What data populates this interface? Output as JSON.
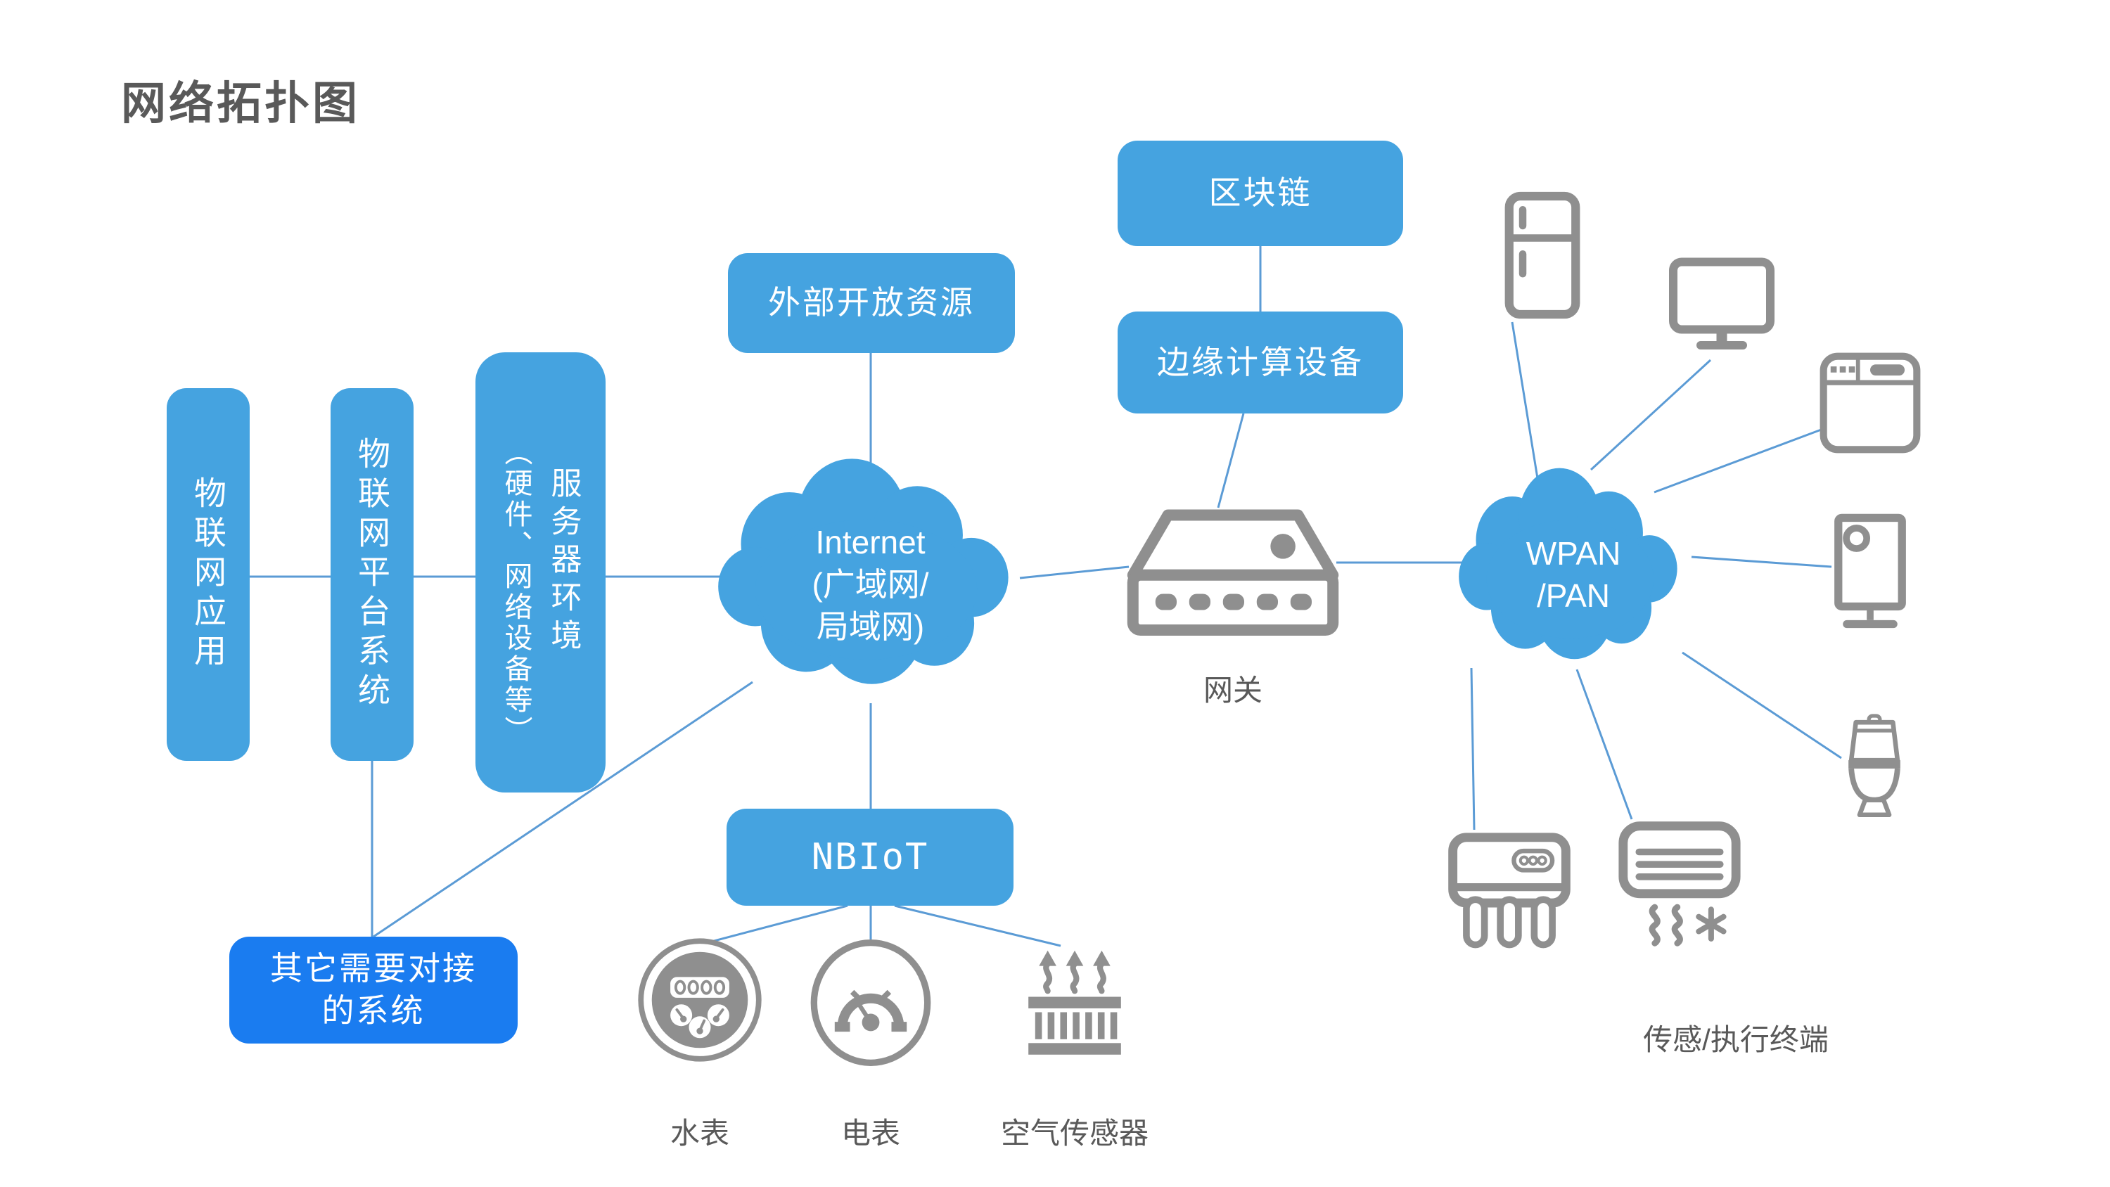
{
  "title": "网络拓扑图",
  "colors": {
    "node_blue": "#45A3E0",
    "accent_blue": "#1A7CF0",
    "icon_gray": "#8F8F8F",
    "line_blue": "#5B9BD5",
    "text_gray": "#595959"
  },
  "boxes": {
    "iot_app": {
      "label": "物联网应用"
    },
    "iot_platform": {
      "label": "物联网平台系统"
    },
    "server_env": {
      "label_main": "服务器环境",
      "label_paren": "（硬件、网络设备等）"
    },
    "external_resources": {
      "label": "外部开放资源"
    },
    "blockchain": {
      "label": "区块链"
    },
    "edge_computing": {
      "label": "边缘计算设备"
    },
    "nbiot": {
      "label": "NBIoT"
    },
    "other_systems": {
      "label_line1": "其它需要对接",
      "label_line2": "的系统"
    }
  },
  "clouds": {
    "internet": {
      "line1": "Internet",
      "line2": "(广域网/",
      "line3": "局域网)"
    },
    "wpan": {
      "line1": "WPAN",
      "line2": "/PAN"
    }
  },
  "labels": {
    "gateway": "网关",
    "water_meter": "水表",
    "electric_meter": "电表",
    "air_sensor": "空气传感器",
    "terminals": "传感/执行终端"
  },
  "icons": {
    "gateway": "router-gateway-icon",
    "terminal_devices": [
      "fridge-icon",
      "tv-icon",
      "washing-machine-icon",
      "water-heater-icon",
      "toilet-icon",
      "water-purifier-icon",
      "air-conditioner-icon"
    ],
    "nbiot_devices": [
      "water-meter-icon",
      "electric-meter-icon",
      "air-sensor-icon"
    ]
  }
}
